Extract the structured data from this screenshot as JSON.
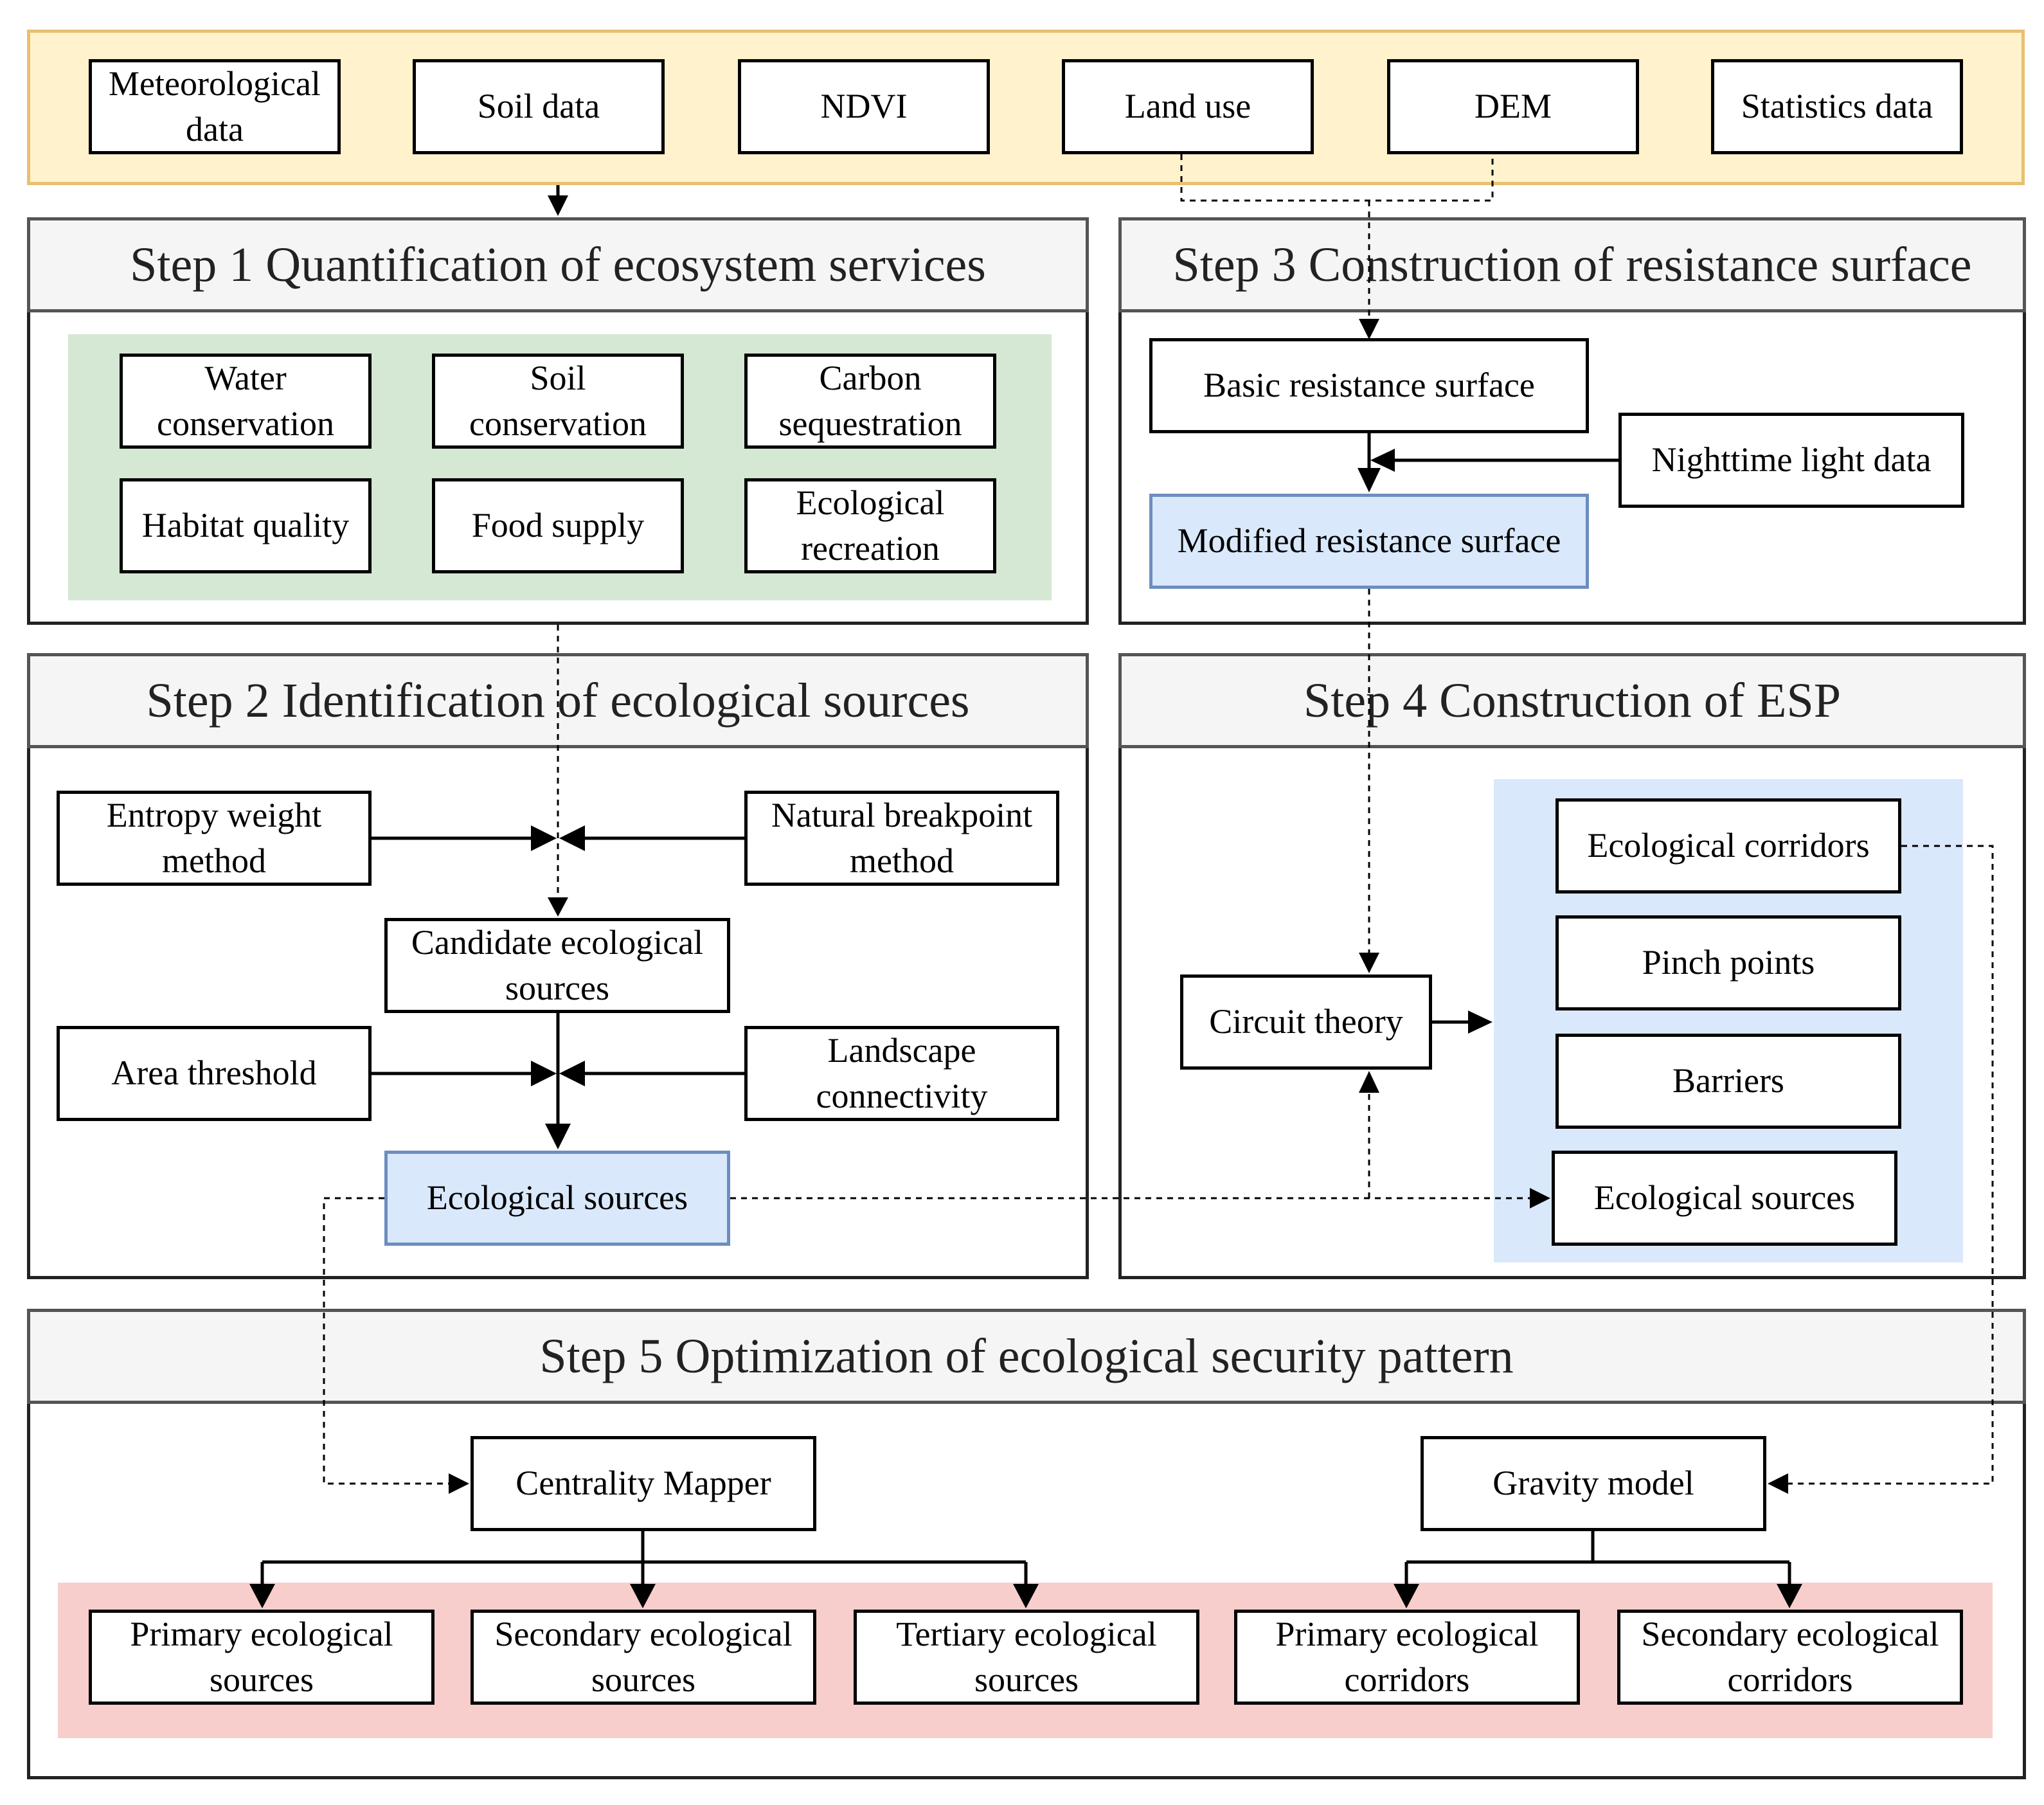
{
  "colors": {
    "input_band": "#fff2cc",
    "input_band_border": "#e8c070",
    "services_band": "#d5e8d4",
    "esp_band": "#dae8fc",
    "output_band": "#f8cecc",
    "highlight_node": "#dae8fc",
    "highlight_border": "#6c8ebf"
  },
  "inputs": {
    "meteorological": "Meteorological\ndata",
    "soil": "Soil data",
    "ndvi": "NDVI",
    "land_use": "Land use",
    "dem": "DEM",
    "statistics": "Statistics data"
  },
  "step1": {
    "title": "Step 1 Quantification of ecosystem services",
    "water": "Water\nconservation",
    "soil": "Soil\nconservation",
    "carbon": "Carbon\nsequestration",
    "habitat": "Habitat quality",
    "food": "Food supply",
    "recreation": "Ecological\nrecreation"
  },
  "step2": {
    "title": "Step 2 Identification of ecological sources",
    "entropy": "Entropy weight\nmethod",
    "natural": "Natural breakpoint\nmethod",
    "candidate": "Candidate ecological\nsources",
    "area": "Area threshold",
    "landscape": "Landscape\nconnectivity",
    "sources": "Ecological sources"
  },
  "step3": {
    "title": "Step 3 Construction of resistance surface",
    "basic": "Basic resistance surface",
    "nighttime": "Nighttime light data",
    "modified": "Modified resistance surface"
  },
  "step4": {
    "title": "Step 4 Construction of ESP",
    "circuit": "Circuit theory",
    "corridors": "Ecological corridors",
    "pinch": "Pinch points",
    "barriers": "Barriers",
    "sources": "Ecological sources"
  },
  "step5": {
    "title": "Step 5 Optimization of ecological security pattern",
    "centrality": "Centrality Mapper",
    "gravity": "Gravity model",
    "primary_sources": "Primary ecological\nsources",
    "secondary_sources": "Secondary ecological\nsources",
    "tertiary_sources": "Tertiary ecological\nsources",
    "primary_corridors": "Primary ecological\ncorridors",
    "secondary_corridors": "Secondary ecological\ncorridors"
  }
}
